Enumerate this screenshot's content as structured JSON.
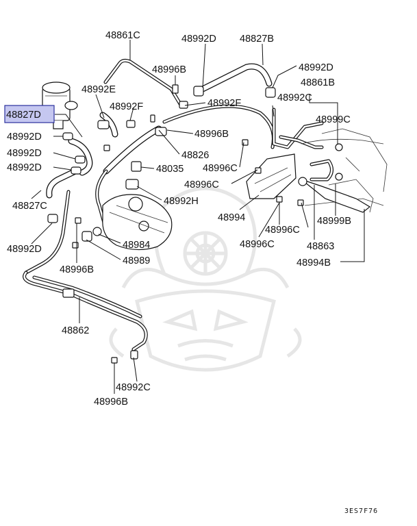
{
  "labels": {
    "p48861C": "48861C",
    "p48992D_top": "48992D",
    "p48827B": "48827B",
    "p48996B_top": "48996B",
    "p48992D_topright": "48992D",
    "p48861B": "48861B",
    "p48992E": "48992E",
    "p48992C_topright": "48992C",
    "p48827D": "48827D",
    "p48992F_left": "48992F",
    "p48992F_right": "48992F",
    "p48999C": "48999C",
    "p48992D_left1": "48992D",
    "p48996B_mid": "48996B",
    "p48992D_left2": "48992D",
    "p48826": "48826",
    "p48992D_left3": "48992D",
    "p48035": "48035",
    "p48996C_1": "48996C",
    "p48996C_2": "48996C",
    "p48992H": "48992H",
    "p48827C": "48827C",
    "p48994": "48994",
    "p48999B": "48999B",
    "p48996C_3": "48996C",
    "p48992D_left4": "48992D",
    "p48984": "48984",
    "p48996C_4": "48996C",
    "p48863": "48863",
    "p48989": "48989",
    "p48994B": "48994B",
    "p48996B_left": "48996B",
    "p48862": "48862",
    "p48992C_bottom": "48992C",
    "p48996B_bottom": "48996B"
  },
  "diagram_code": "3ES7F76",
  "highlight_color": "#c5c7f0"
}
